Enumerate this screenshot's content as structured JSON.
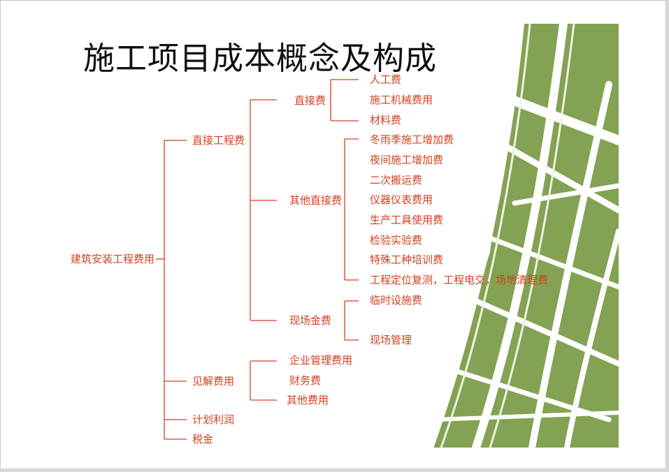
{
  "title": "施工项目成本概念及构成",
  "colors": {
    "label": "#d2401f",
    "line": "#d2401f",
    "green": "#84a253"
  },
  "tree": {
    "root": "建筑安装工程费用",
    "direct_engineering": "直接工程费",
    "direct_cost": "直接费",
    "direct_cost_items": [
      "人工费",
      "施工机械费用",
      "材料费"
    ],
    "other_direct": "其他直接费",
    "other_direct_items": [
      "冬雨季施工增加费",
      "夜间施工增加费",
      "二次搬运费",
      "仪器仪表费用",
      "生产工具使用费",
      "检验实验费",
      "特殊工种培训费",
      "工程定位复测，工程电交，场地清理费"
    ],
    "site_fund": "现场金费",
    "site_fund_items": [
      "临时设施费",
      "现场管理"
    ],
    "indirect": "见解费用",
    "indirect_items": [
      "企业管理费用",
      "财务费",
      "其他费用"
    ],
    "profit": "计划利润",
    "tax": "税金"
  }
}
